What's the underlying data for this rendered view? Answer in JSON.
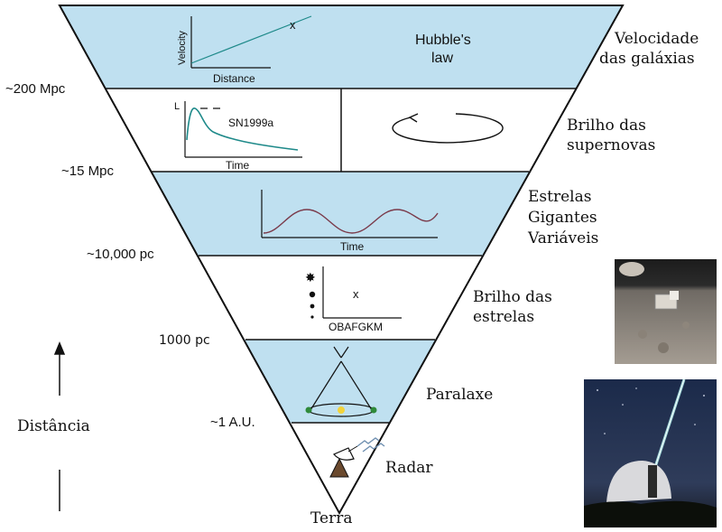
{
  "distance_marks": {
    "mpc200": "~200 Mpc",
    "mpc15": "~15 Mpc",
    "pc10000": "~10,000 pc",
    "pc1000": "1000 pc",
    "au1": "~1 A.U."
  },
  "methods": {
    "hubble": [
      "Velocidade",
      "das galáxias"
    ],
    "supernova": [
      "Brilho das",
      "supernovas"
    ],
    "cepheid": [
      "Estrelas",
      "Gigantes",
      "Variáveis"
    ],
    "stars": [
      "Brilho das",
      "estrelas"
    ],
    "parallax": "Paralaxe",
    "radar": "Radar"
  },
  "bottom_label": "Terra",
  "axis_label": "Distância",
  "hubble_panel": {
    "title_line1": "Hubble's",
    "title_line2": "law",
    "xlabel": "Distance",
    "ylabel": "Velocity",
    "marker": "x"
  },
  "supernova_panel": {
    "ylabel": "L",
    "curve_label": "SN1999a",
    "xlabel": "Time"
  },
  "cepheid_panel": {
    "xlabel": "Time"
  },
  "hr_panel": {
    "xlabel": "OBAFGKM",
    "marker": "x"
  },
  "colors": {
    "band_blue": "#bfe0f0",
    "outline": "#111111",
    "curve": "#1f8a8a",
    "cepheid_curve": "#7a3a4a"
  }
}
